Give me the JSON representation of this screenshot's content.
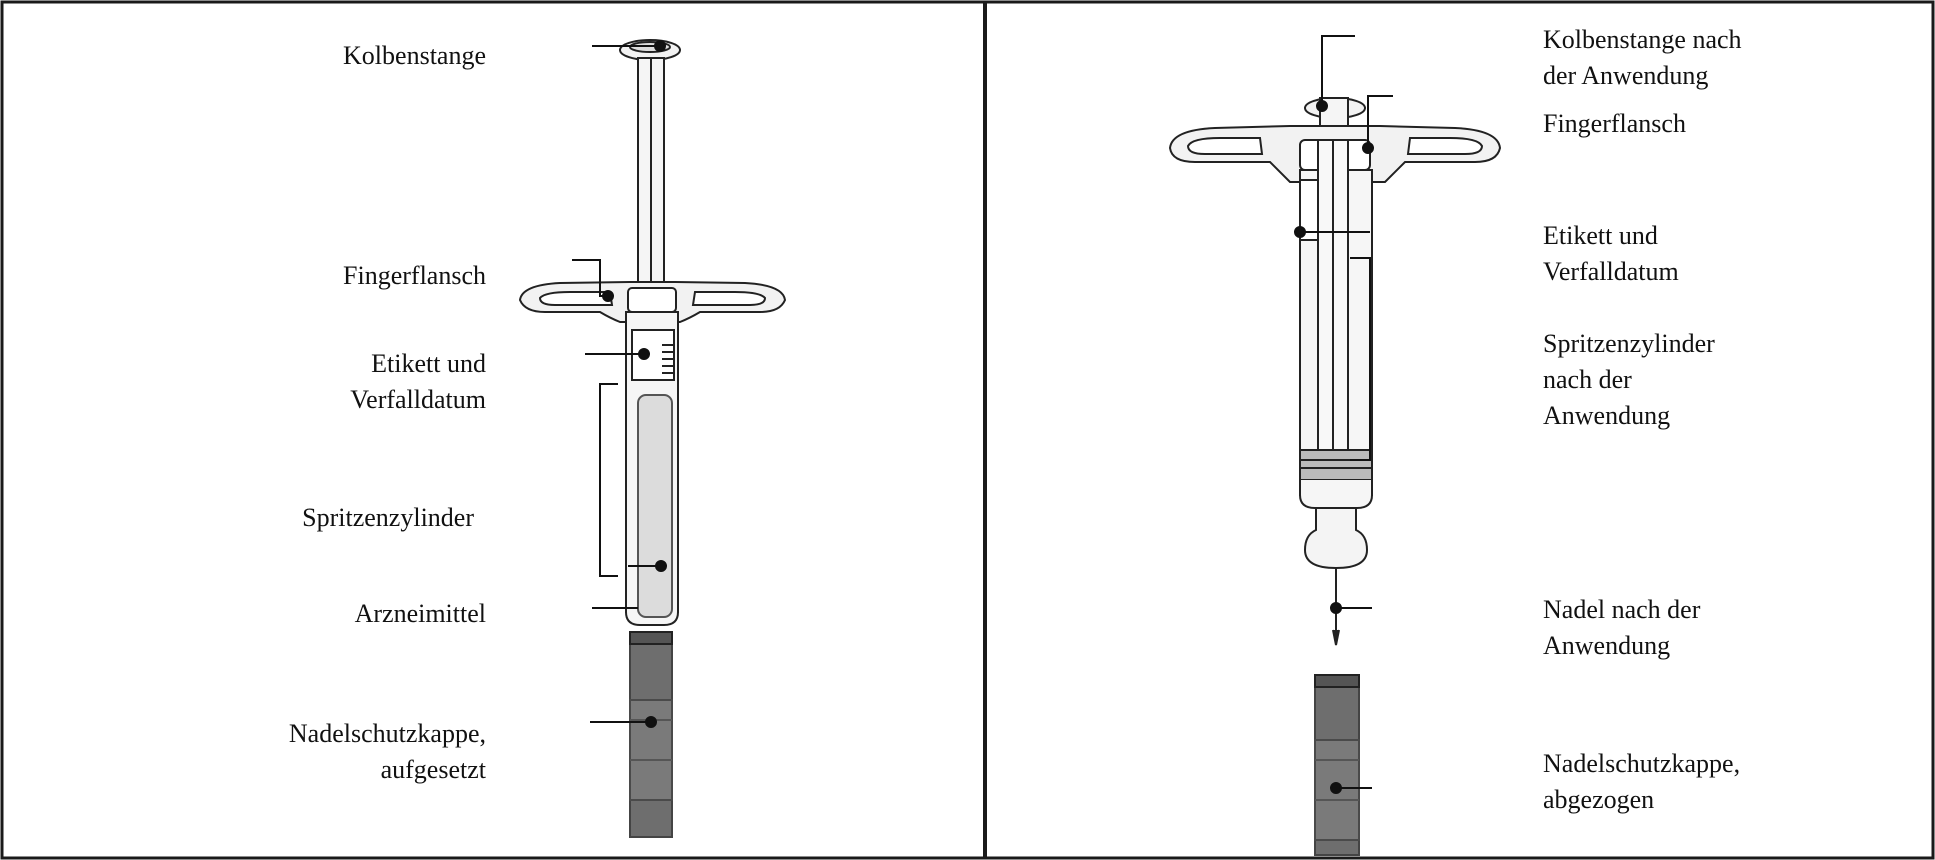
{
  "left_panel": {
    "labels": {
      "plunger": "Kolbenstange",
      "finger_flange": "Fingerflansch",
      "label_expiry_1": "Etikett und",
      "label_expiry_2": "Verfalldatum",
      "barrel": "Spritzenzylinder",
      "medicine": "Arzneimittel",
      "needle_cap_1": "Nadelschutzkappe,",
      "needle_cap_2": "aufgesetzt"
    }
  },
  "right_panel": {
    "labels": {
      "plunger_1": "Kolbenstange nach",
      "plunger_2": "der Anwendung",
      "finger_flange": "Fingerflansch",
      "label_expiry_1": "Etikett und",
      "label_expiry_2": "Verfalldatum",
      "barrel_1": "Spritzenzylinder",
      "barrel_2": "nach der",
      "barrel_3": "Anwendung",
      "needle_1": "Nadel nach der",
      "needle_2": "Anwendung",
      "needle_cap_1": "Nadelschutzkappe,",
      "needle_cap_2": "abgezogen"
    }
  },
  "colors": {
    "border": "#1a1a1a",
    "line": "#111111",
    "cap_gray": "#6e6e6e",
    "cap_dark": "#555555",
    "glass": "#f4f4f4",
    "medicine_fill": "#dcdcdc"
  }
}
